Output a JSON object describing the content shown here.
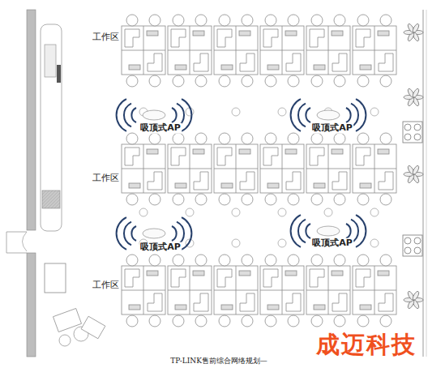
{
  "diagram": {
    "caption": "TP-LINK售前综合网络规划—",
    "labels": [
      "工作区",
      "工作区",
      "工作区",
      "吸顶式AP",
      "吸顶式AP",
      "吸顶式AP",
      "吸顶式AP",
      "成迈科技"
    ]
  }
}
